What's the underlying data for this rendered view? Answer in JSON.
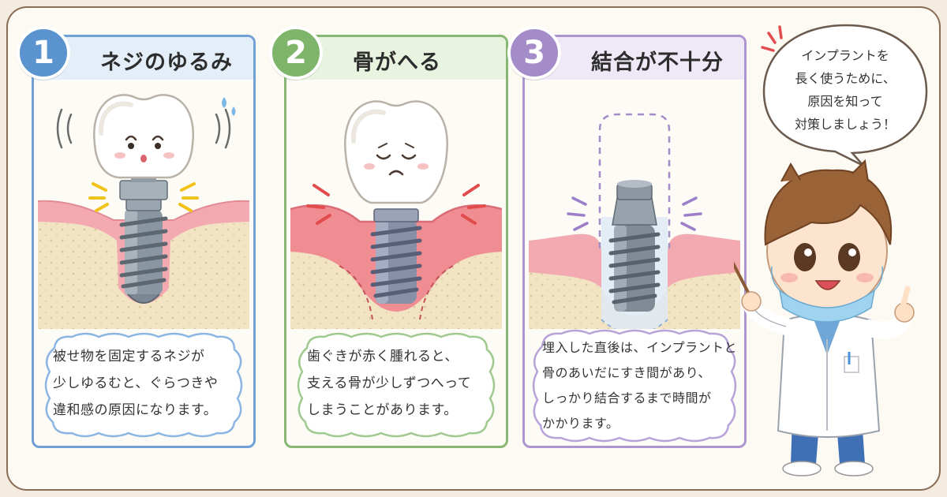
{
  "cards": [
    {
      "number": "1",
      "title": "ネジのゆるみ",
      "lines": [
        "被せ物を固定するネジが",
        "少しゆるむと、ぐらつきや",
        "違和感の原因になります。"
      ]
    },
    {
      "number": "2",
      "title": "骨がへる",
      "lines": [
        "歯ぐきが赤く腫れると、",
        "支える骨が少しずつへって",
        "しまうことがあります。"
      ]
    },
    {
      "number": "3",
      "title": "結合が不十分",
      "lines": [
        "埋入した直後は、インプラントと",
        "骨のあいだにすき間があり、",
        "しっかり結合するまで時間が",
        "かかります。"
      ]
    }
  ],
  "speech_bubble": {
    "lines": [
      "インプラントを",
      "長く使うために、",
      "原因を知って",
      "対策しましょう！"
    ]
  },
  "colors": {
    "blue": "#5b93cf",
    "green": "#7fb46b",
    "purple": "#a48cc9",
    "gum": "#ee9ea4",
    "bone": "#f2e3c2",
    "metal": "#7f8a95"
  }
}
